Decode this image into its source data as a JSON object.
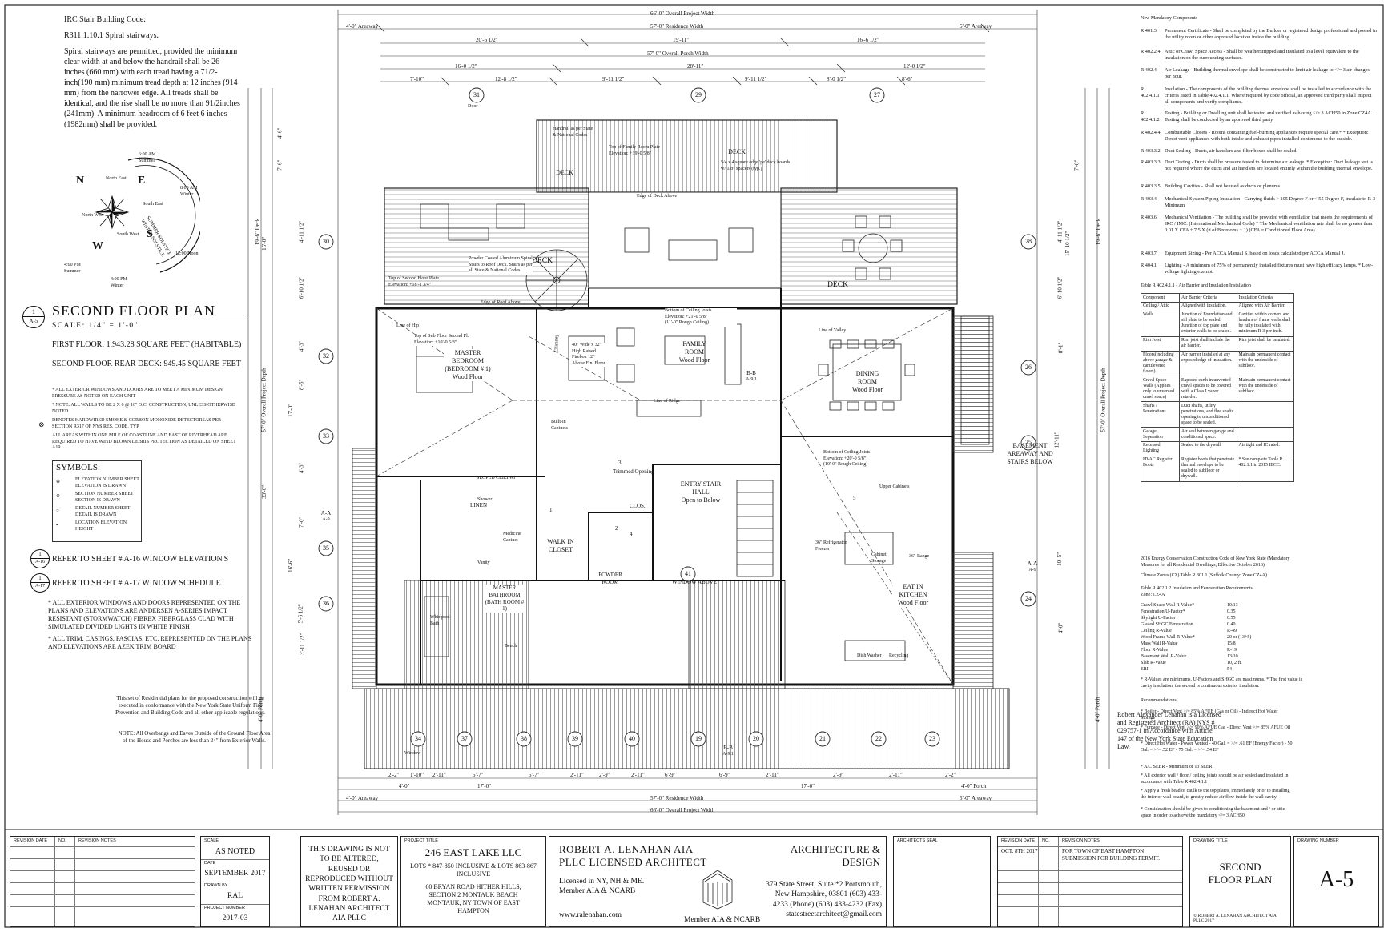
{
  "code_note": {
    "title": "IRC Stair Building Code:",
    "subtitle": "R311.1.10.1 Spiral stairways.",
    "body": "Spiral stairways are permitted, provided the minimum clear width at and below the handrail shall be 26 inches (660 mm) with each tread having a 71/2-inch(190 mm) minimum tread depth at 12 inches (914 mm) from the narrower edge. All treads shall be identical, and the rise shall be no more than 91/2inches (241mm). A minimum headroom of 6 feet 6 inches (1982mm) shall be provided."
  },
  "compass": {
    "directions": [
      "N",
      "E",
      "S",
      "W"
    ],
    "sub_directions": [
      "North East",
      "South East",
      "North West",
      "South West"
    ],
    "ring_text": "SUMMER SOLSTICE WINTER SOLSTICE",
    "times": [
      {
        "label": "6:00 AM Summer"
      },
      {
        "label": "8:00 AM Winter"
      },
      {
        "label": "12:00 Noon"
      },
      {
        "label": "4:00 PM Winter"
      },
      {
        "label": "4:00 PM Summer"
      }
    ]
  },
  "plan_title": {
    "badge_number": "1",
    "badge_sheet": "A-5",
    "title": "SECOND FLOOR PLAN",
    "scale": "SCALE: 1/4\" = 1'-0\"",
    "area_1": "FIRST FLOOR: 1,943.28 SQUARE FEET (HABITABLE)",
    "area_2": "SECOND FLOOR REAR DECK: 949.45 SQUARE FEET"
  },
  "general_notes": [
    "* ALL EXTERIOR WINDOWS AND DOORS ARE TO MEET A MINIMUM DESIGN PRESSURE AS NOTED ON EACH UNIT",
    "* NOTE: ALL WALLS TO BE 2 X 6 @ 16\" O.C. CONSTRUCTION, UNLESS OTHERWISE NOTED",
    "DENOTES HARDWIRED SMOKE & CORBON MONOXIDE DETECTORSAS PER SECTION R317 OF NYS RES. CODE, TYP.",
    "ALL AREAS WITHIN ONE MILE OF COASTLINE AND EAST OF RIVERHEAD ARE REQUIRED TO HAVE WIND BLOWN DEBRIS PROTECTION AS DETAILED ON SHEET A19"
  ],
  "symbols": {
    "title": "SYMBOLS:",
    "items": [
      "ELEVATION NUMBER SHEET ELEVATION IS DRAWN",
      "SECTION NUMBER SHEET SECTION IS DRAWN",
      "DETAIL NUMBER SHEET DETAIL IS DRAWN",
      "LOCATION ELEVATION HEIGHT"
    ]
  },
  "references": [
    {
      "badge_number": "1",
      "badge_sheet": "A-16",
      "text": "REFER TO SHEET # A-16 WINDOW ELEVATION'S"
    },
    {
      "badge_number": "1",
      "badge_sheet": "A-17",
      "text": "REFER TO SHEET # A-17 WINDOW SCHEDULE"
    }
  ],
  "window_notes": [
    "* ALL EXTERIOR WINDOWS AND DOORS REPRESENTED ON THE PLANS AND ELEVATIONS ARE ANDERSEN A-SERIES IMPACT RESISTANT (STORMWATCH) FIBREX FIBERGLASS CLAD WITH SIMULATED DIVIDED LIGHTS IN WHITE FINISH",
    "* ALL TRIM, CASINGS, FASCIAS, ETC. REPRESENTED ON THE PLANS AND ELEVATIONS ARE AZEK TRIM BOARD"
  ],
  "conformance_note": "This set of Residential plans for the proposed construction will be executed in conformance with the New York State Uniform Fire Prevention and Building Code and all other applicable regulations.",
  "overbang_note": "NOTE: All Overbangs and Eaves Outside of the Ground Floor Area of the House and Porches are less than 24\" from Exterior Walls.",
  "architect_note": "Robert Alexander Lenahan is a Licensed and Registered Architect (RA) NYS # 029757-1 in Accordance with Article 147 of the New York State Education Law.",
  "dimensions": {
    "top": [
      "66'-0\" Overall Project Width",
      "4'-0\" Areaway",
      "57'-0\" Residence Width",
      "5'-0\" Areaway",
      "20'-6 1/2\"",
      "19'-11\"",
      "16'-6 1/2\"",
      "57'-0\" Overall Porch Width",
      "16'-0 1/2\"",
      "28'-11\"",
      "12'-0 1/2\"",
      "7'-10\"",
      "12'-8 1/2\"",
      "9'-11 1/2\"",
      "9'-11 1/2\"",
      "8'-0 1/2\"",
      "8'-6\""
    ],
    "bottom": [
      "2'-2\"",
      "1'-10\"",
      "2'-11\"",
      "5'-7\"",
      "5'-7\"",
      "2'-11\"",
      "2'-9\"",
      "2'-11\"",
      "6'-9\"",
      "6'-9\"",
      "2'-11\"",
      "2'-9\"",
      "2'-11\"",
      "2'-2\"",
      "4'-0\"",
      "17'-0\"",
      "17'-0\"",
      "4'-0\" Porch",
      "4'-0\" Areaway",
      "57'-0\" Residence Width",
      "5'-0\" Areaway",
      "66'-0\" Overall Project Width"
    ],
    "left": [
      "4'-6\"",
      "7'-6\"",
      "4'-11 1/2\"",
      "6'-10 1/2\"",
      "4'-3\"",
      "8'-5\"",
      "17'-0\"",
      "4'-3\"",
      "7'-0\"",
      "16'-6\"",
      "5'-6 1/2\"",
      "3'-11 1/2\"",
      "4'-0\" Porch",
      "19'-6\" Deck",
      "15'-0\"",
      "57'-0\" Overall Project Depth",
      "33'-6\""
    ],
    "right": [
      "7'-8\"",
      "4'-11 1/2\"",
      "6'-10 1/2\"",
      "8'-1\"",
      "12'-11\"",
      "10'-5\"",
      "4'-0\"",
      "4'-0\" Porch",
      "19'-6\" Deck",
      "15'-10 1/2\"",
      "57'-0\" Overall Project Depth"
    ]
  },
  "rooms": {
    "deck_1": "DECK",
    "deck_2": "DECK",
    "deck_3": "DECK",
    "deck_4": "DECK",
    "master_bedroom": "MASTER BEDROOM (BEDROOM # 1)",
    "master_bedroom_floor": "Wood Floor",
    "family_room": "FAMILY ROOM",
    "family_room_floor": "Wood Floor",
    "dining_room": "DINING ROOM",
    "dining_room_floor": "Wood Floor",
    "entry_stair_hall": "ENTRY STAIR HALL",
    "entry_stair_note": "Open to Below",
    "walk_in_closet": "WALK IN CLOSET",
    "powder_room": "POWDER ROOM",
    "master_bathroom": "MASTER BATHROOM (BATH ROOM # 1)",
    "eat_in_kitchen": "EAT IN KITCHEN",
    "eat_in_kitchen_floor": "Wood Floor",
    "basement_areaway": "BASEMENT AREAWAY AND STAIRS BELOW",
    "linen": "LINEN",
    "clos": "CLOS.",
    "window_above": "WINDOW ABOVE"
  },
  "plan_labels": [
    "Top of Second Floor Plate",
    "Elevation: +18'-1 3/4\"",
    "Bottom of Ceiling Joists",
    "Elevation: +21'-0 5/8\"",
    "(11'-0\" Rough Ceiling)",
    "Top of Sub Floor Second Fl.",
    "Elevation: +10'-0 5/8\"",
    "Top of Family Room Plate",
    "Elevation: +19'-0 5/8\"",
    "Bottom of Ceiling Joists",
    "Elevation: +20'-0 5/8\"",
    "(10'-0\" Rough Ceiling)",
    "Handrail as per State & National Codes",
    "5/4 x 4 square edge 'pe' deck boards w/ 1/8\" spacers (typ.)",
    "Powder Coated Aluminum Spiral Stairs to Roof Deck. Stairs as per all State & National Codes",
    "Edge of Deck Above",
    "Edge of Roof Above",
    "Line of Ridge",
    "Line of Hip",
    "Line of Valley",
    "Trimmed Opening",
    "40\" Wide x 32\" High Raised Firebox 12\" Above Fin. Floor",
    "Chimney",
    "SLOPED CEILING",
    "Built-in Cabinets",
    "Medicine Cabinet",
    "Upper Cabinets",
    "Cabinet Storage",
    "36\" Refrigerator Freezer",
    "36\" Range",
    "Dish Washer",
    "Recycling",
    "Whirlpool Bath",
    "Vanity",
    "Shower",
    "Bench",
    "Door",
    "Window"
  ],
  "location_markers": [
    "31",
    "29",
    "27",
    "30",
    "28",
    "32",
    "26",
    "33",
    "25",
    "35",
    "24",
    "36",
    "34",
    "37",
    "38",
    "39",
    "40",
    "19",
    "20",
    "21",
    "22",
    "23",
    "41"
  ],
  "section_markers": [
    {
      "letter": "B-B",
      "sheet": "A-9.1"
    },
    {
      "letter": "A-A",
      "sheet": "A-9"
    },
    {
      "letter": "A-A",
      "sheet": "A-9"
    },
    {
      "letter": "B-B",
      "sheet": "A-9.1"
    }
  ],
  "detail_markers": [
    "1",
    "2",
    "3",
    "4",
    "5"
  ],
  "mandatory": {
    "title": "New Mandatory Components",
    "items": [
      {
        "code": "R 401.3",
        "text": "Permanent Certificate - Shall be completed by the Builder or registered design professional and posted in the utility room or other approved location inside the building."
      },
      {
        "code": "R 402.2.4",
        "text": "Attic or Crawl Space Access - Shall be weatherstripped and insulated to a level equivalent to the insulation on the surrounding surfaces."
      },
      {
        "code": "R 402.4",
        "text": "Air Leakage - Building thermal envelope shall be constructed to limit air leakage to </= 3 air changes per hour."
      },
      {
        "code": "R 402.4.1.1",
        "text": "Insulation - The components of the building thermal envelope shall be installed in accordance with the criteria listed in Table 402.4.1.1. Where required by code official, an approved third party shall inspect all components and verify compliance."
      },
      {
        "code": "R 402.4.1.2",
        "text": "Testing - Building or Dwelling unit shall be tested and verified as having </= 3 ACH50 in Zone CZ4A. Testing shall be conducted by an approved third party."
      },
      {
        "code": "R 402.4.4",
        "text": "Combustable Closets - Rooms containing fuel-burning appliances require special care.* * Exception: Direct vent appliances with both intake and exhaust pipes installed continuous to the outside."
      },
      {
        "code": "R 403.3.2",
        "text": "Duct Sealing - Ducts, air handlers and filter boxes shall be sealed."
      },
      {
        "code": "R 403.3.3",
        "text": "Duct Testing - Ducts shall be pressure tested to determine air leakage. * Exception: Duct leakage test is not required where the ducts and air handlers are located entirely within the building thermal envelope."
      },
      {
        "code": "R 403.3.5",
        "text": "Building Cavities - Shall not be used as ducts or plenums."
      },
      {
        "code": "R 403.4",
        "text": "Mechanical System Piping Insulation - Carrying fluids > 105 Degree F or < 55 Degree F, insulate to R-3 Minimum"
      },
      {
        "code": "R 403.6",
        "text": "Mechanical Ventilation - The building shall be provided with ventilation that meets the requirements of IRC / IMC. (International Mechanical Code)  * The Mechanical ventilation rate shall be no greater than 0.01 X CFA + 7.5 X (# of Bedrooms + 1) (CFA = Conditioned Floor Area)"
      },
      {
        "code": "R 403.7",
        "text": "Equipment Sizing - Per ACCA Manual S, based on loads calculated per ACCA Manual J."
      },
      {
        "code": "R 404.1",
        "text": "Lighting - A minimum of 75% of permanently installed fixtures must have high efficacy lamps. * Low-voltage lighting exempt."
      }
    ]
  },
  "air_barrier_table": {
    "title": "Table R 402.4.1.1 - Air Barrier and Insulation Installation",
    "headers": [
      "Component",
      "Air Barrier Criteria",
      "Insulation Criteria"
    ],
    "rows": [
      [
        "Ceiling / Attic",
        "Aligned with insulation.",
        "Aligned with Air Barrier."
      ],
      [
        "Walls",
        "Junction of Foundation and sill plate to be sealed. Junction of top plate and exterior walls to be sealed.",
        "Cavities within corners and headers of frame walls shall be fully insulated with minimum R-3 per inch."
      ],
      [
        "Rim Joist",
        "Rim joist shall include the air barrier.",
        "Rim joist shall be insulated."
      ],
      [
        "Floors(including above garage & cantilevered floors)",
        "Air barrier installed at any exposed edge of insulation.",
        "Maintain permanent contact with the underside of subfloor."
      ],
      [
        "Crawl Space Walls (Applies only to unvented crawl space)",
        "Exposed earth in unvented crawl spaces to be covered with a Class I vapor retarder.",
        "Maintain permanent contact with the underside of subfloor."
      ],
      [
        "Shafts / Penetrations",
        "Duct shafts, utility penetrations, and flue shafts opening to unconditioned space to be sealed.",
        ""
      ],
      [
        "Garage Seperation",
        "Air seal between garage and conditioned space.",
        ""
      ],
      [
        "Recessed Lighting",
        "Sealed to the drywall.",
        "Air tight and IC rated."
      ],
      [
        "HVAC Register Boots",
        "Register boots that penetrate thermal envelope to be sealed to subfloor or drywall.",
        "* See complete Table R 402.1.1 in 2015 IECC."
      ]
    ]
  },
  "energy": {
    "code_title": "2016 Energy Conservation Construction Code of New York State (Mandatory Measures for all Residential Dwellings, Effective October 2016)",
    "climate": "Climate Zones (CZ) Table R 301.1 (Suffolk County: Zone CZ4A)",
    "table_title": "Table R 402.1.2 Insulation and Fenestration Requirements",
    "zone": "Zone: CZ4A",
    "values": [
      [
        "Crawl Space Wall R-Value*",
        "10/13"
      ],
      [
        "Fenestration U-Factor*",
        "0.35"
      ],
      [
        "Skylight U-Factor",
        "0.55"
      ],
      [
        "Glazed SHGC Fenestration",
        "0.40"
      ],
      [
        "Ceiling R-Value",
        "R-49"
      ],
      [
        "Wood Frame Wall R-Value*",
        "20 or (13+5)"
      ],
      [
        "Mass Wall R-Value",
        "15/8"
      ],
      [
        "Floor R-Value",
        "R-19"
      ],
      [
        "Basement Wall R-Value",
        "13/10"
      ],
      [
        "Slab R-Value",
        "10, 2 ft."
      ],
      [
        "ERI",
        "54"
      ]
    ],
    "notes": "* R-Values are minimums. U-Factors and SHGC are maximums. * The first value is cavity insulation, the second is continuous exterior insulation.",
    "rec_title": "Recommendations",
    "recommendations": [
      "* Boiler - Direct Vent >/= 85% AFUE (Gas or Oil) - Indirect Hot Water Storage",
      "* Furnace - Direct Vent >/= 90% AFUE Gas - Direct Vent >/= 85% AFUE Oil",
      "* Direct Hot Water - Power Vented - 40 Gal. = >/= .61 EF (Energy Factor) - 50 Gal. = >/= .52 EF - 75 Gal. = >/= .54 EF",
      "* A/C SEER - Minimum of 13 SEER",
      "* All exterior wall / floor / ceiling joints should be air sealed and insulated in accordance with Table R 402.4.1.1",
      "* Apply a fresh bead of caulk to the top plates, immediately prior to installing the interior wall board, to greatly reduce air flow inside the wall cavity.",
      "* Consideration should be given to conditioning the basement and / or attic space in order to achieve the mandatory </= 3 ACH50."
    ]
  },
  "title_block": {
    "revision_date_label": "REVISION DATE",
    "no_label": "NO.",
    "revision_notes_label": "REVISION NOTES",
    "scale_label": "SCALE",
    "scale_value": "AS NOTED",
    "date_label": "DATE",
    "date_value": "SEPTEMBER 2017",
    "drawn_by_label": "DRAWN BY",
    "drawn_by_value": "RAL",
    "project_number_label": "PROJECT NUMBER",
    "project_number_value": "2017-03",
    "notice": "THIS DRAWING IS NOT TO BE ALTERED, REUSED OR REPRODUCED WITHOUT WRITTEN PERMISSION FROM ROBERT A. LENAHAN ARCHITECT AIA PLLC",
    "project_title_label": "PROJECT TITLE",
    "project_title": "246 EAST LAKE LLC",
    "lots": "LOTS * 847-850 INCLUSIVE & LOTS 863-867 INCLUSIVE",
    "address": "60 BRYAN ROAD HITHER HILLS, SECTION 2 MONTAUK BEACH MONTAUK, NY TOWN OF EAST HAMPTON",
    "firm_name": "ROBERT A. LENAHAN AIA PLLC LICENSED ARCHITECT",
    "firm_licensed": "Licensed in NY, NH & ME. Member AIA & NCARB",
    "firm_web": "www.ralenahan.com",
    "firm_member": "Member AIA & NCARB",
    "firm_specialty": "ARCHITECTURE & DESIGN",
    "firm_address": "379 State Street, Suite *2 Portsmouth, New Hampshire, 03801 (603) 433-4233 (Phone) (603) 433-4232 (Fax) statestreetarchitect@gmail.com",
    "seal_label": "ARCHITECTS SEAL",
    "rev2_date": "OCT. 8TH 2017",
    "rev2_note": "FOR TOWN OF EAST HAMPTON SUBMISSION FOR BUILDING PERMIT.",
    "drawing_title_label": "DRAWING TITLE",
    "drawing_title": "SECOND FLOOR PLAN",
    "drawing_number_label": "DRAWING NUMBER",
    "drawing_number": "A-5",
    "copyright": "© ROBERT A. LENAHAN ARCHITECT AIA PLLC 2017"
  }
}
